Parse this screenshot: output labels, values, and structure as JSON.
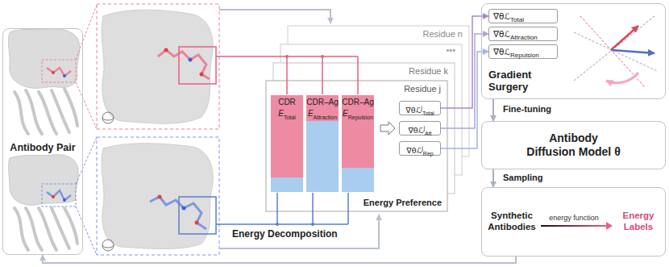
{
  "diagram": {
    "nodes": [
      {
        "text": [
          "Antibody Pair"
        ]
      },
      {
        "text": [
          "Residue n"
        ]
      },
      {
        "text": [
          "•••"
        ]
      },
      {
        "text": [
          "Residue k"
        ]
      },
      {
        "text": [
          "Residue j",
          "Energy Preference"
        ]
      },
      {
        "text": [
          "CDR",
          "E",
          "Total"
        ],
        "in": 4
      },
      {
        "text": [
          "CDR–Ag",
          "E",
          "Attraction"
        ],
        "in": 4
      },
      {
        "text": [
          "CDR–Ag",
          "E",
          "Repulsion"
        ],
        "in": 4
      },
      {
        "text": [
          "∇θℒ",
          "j",
          "Total"
        ],
        "in": 4
      },
      {
        "text": [
          "∇θℒ",
          "j",
          "Att"
        ],
        "in": 4
      },
      {
        "text": [
          "∇θℒ",
          "j",
          "Rep"
        ],
        "in": 4
      },
      {
        "text": [
          "Gradient Surgery"
        ]
      },
      {
        "text": [
          "∇θℒ",
          "Total"
        ],
        "in": 11
      },
      {
        "text": [
          "∇θℒ",
          "Attraction"
        ],
        "in": 11
      },
      {
        "text": [
          "∇θℒ",
          "Repulsion"
        ],
        "in": 11
      },
      {
        "text": [
          "Antibody Diffusion Model θ"
        ]
      },
      {
        "text": [
          "Synthetic Antibodies",
          "energy function",
          "Energy Labels"
        ]
      }
    ],
    "edges": [
      {
        "from": 8,
        "to": 12,
        "arrow": "to"
      },
      {
        "from": 9,
        "to": 13,
        "arrow": "to"
      },
      {
        "from": 10,
        "to": 14,
        "arrow": "to"
      },
      {
        "from": 11,
        "to": 15,
        "label": "Fine-tuning",
        "arrow": "to"
      },
      {
        "from": 15,
        "to": 16,
        "label": "Sampling",
        "arrow": "to"
      },
      {
        "from": 16,
        "to": 0,
        "arrow": "to"
      }
    ],
    "labels": [
      "Energy Decomposition"
    ]
  }
}
